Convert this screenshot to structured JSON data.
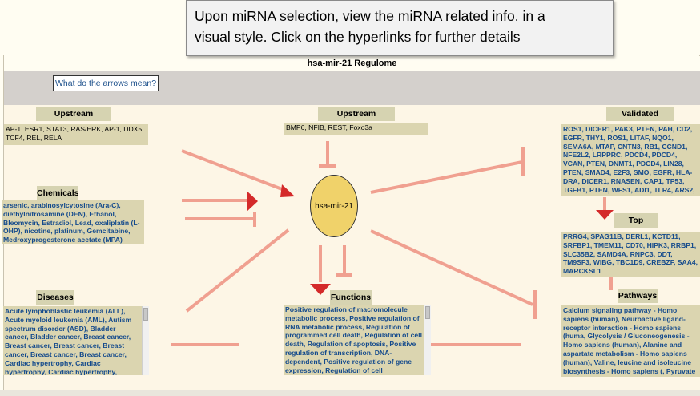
{
  "callout": {
    "line1": "Upon miRNA selection, view the miRNA related info. in a",
    "line2": "visual style. Click on the hyperlinks for further details"
  },
  "window": {
    "title": "hsa-mir-21 Regulome",
    "help_link": "What do the arrows mean?"
  },
  "center_node": {
    "label": "hsa-mir-21",
    "fill": "#f0d26a"
  },
  "colors": {
    "arrow": "#f0a090",
    "arrow_head": "#d42a2a",
    "inhibit_head": "#f0a090",
    "box": "#dbd5b0",
    "link": "#144a8c"
  },
  "upstream_activators": {
    "title": "Upstream activators",
    "text": "AP-1, ESR1, STAT3, RAS/ERK, AP-1, DDX5, TCF4, REL, RELA"
  },
  "upstream_repressors": {
    "title": "Upstream repressors",
    "text": "BMP6, NFIB, REST, Foxo3a"
  },
  "chemicals": {
    "title": "Chemicals",
    "text": "arsenic, arabinosylcytosine (Ara-C), diethylnitrosamine (DEN), Ethanol, Bleomycin, Estradiol, Lead, oxaliplatin (L-OHP), nicotine, platinum, Gemcitabine, Medroxyprogesterone acetate (MPA)"
  },
  "diseases": {
    "title": "Diseases",
    "text": "Acute lymphoblastic leukemia (ALL), Acute myeloid leukemia (AML), Autism spectrum disorder (ASD), Bladder cancer, Bladder cancer, Breast cancer, Breast cancer, Breast cancer, Breast cancer, Breast cancer, Breast cancer, Cardiac hypertrophy, Cardiac hypertrophy, Cardiac hypertrophy, Cervical cancer, Cervical"
  },
  "functions": {
    "title": "Functions",
    "text": "Positive regulation of macromolecule metabolic process, Positive regulation of RNA metabolic process, Regulation of programmed cell death, Regulation of cell death, Regulation of apoptosis, Positive regulation of transcription, DNA-dependent, Positive regulation of gene expression, Regulation of cell"
  },
  "validated_targets": {
    "title": "Validated targets",
    "text": "ROS1, DICER1, PAK3, PTEN, PAH, CD2, EGFR, THY1, ROS1, LITAF, NQO1, SEMA6A, MTAP, CNTN3, RB1, CCND1, NFE2L2, LRPPRC, PDCD4, PDCD4, VCAN, PTEN, DNMT1, PDCD4, LIN28, PTEN, SMAD4, E2F3, SMO, EGFR, HLA-DRA, DICER1, RNASEN, CAP1, TP53, TGFB1, PTEN, WFS1, ADI1, TLR4, ARS2, EGFL7, CDKN2A, CDKN1A,"
  },
  "top_targets": {
    "title": "Top targets",
    "text": "PRRG4, SPAG11B, DERL1, KCTD11, SRFBP1, TMEM11, CD70, HIPK3, RRBP1, SLC35B2, SAMD4A, RNPC3, DDT, TM9SF3, WIBG, TBC1D9, CREBZF, SAA4, MARCKSL1"
  },
  "pathways": {
    "title": "Pathways",
    "text": "Calcium signaling pathway - Homo sapiens (human), Neuroactive ligand-receptor interaction - Homo sapiens (huma, Glycolysis / Gluconeogenesis - Homo sapiens (human), Alanine and aspartate metabolism - Homo sapiens (human), Valine, leucine and isoleucine biosynthesis - Homo sapiens (, Pyruvate metabolism -"
  }
}
